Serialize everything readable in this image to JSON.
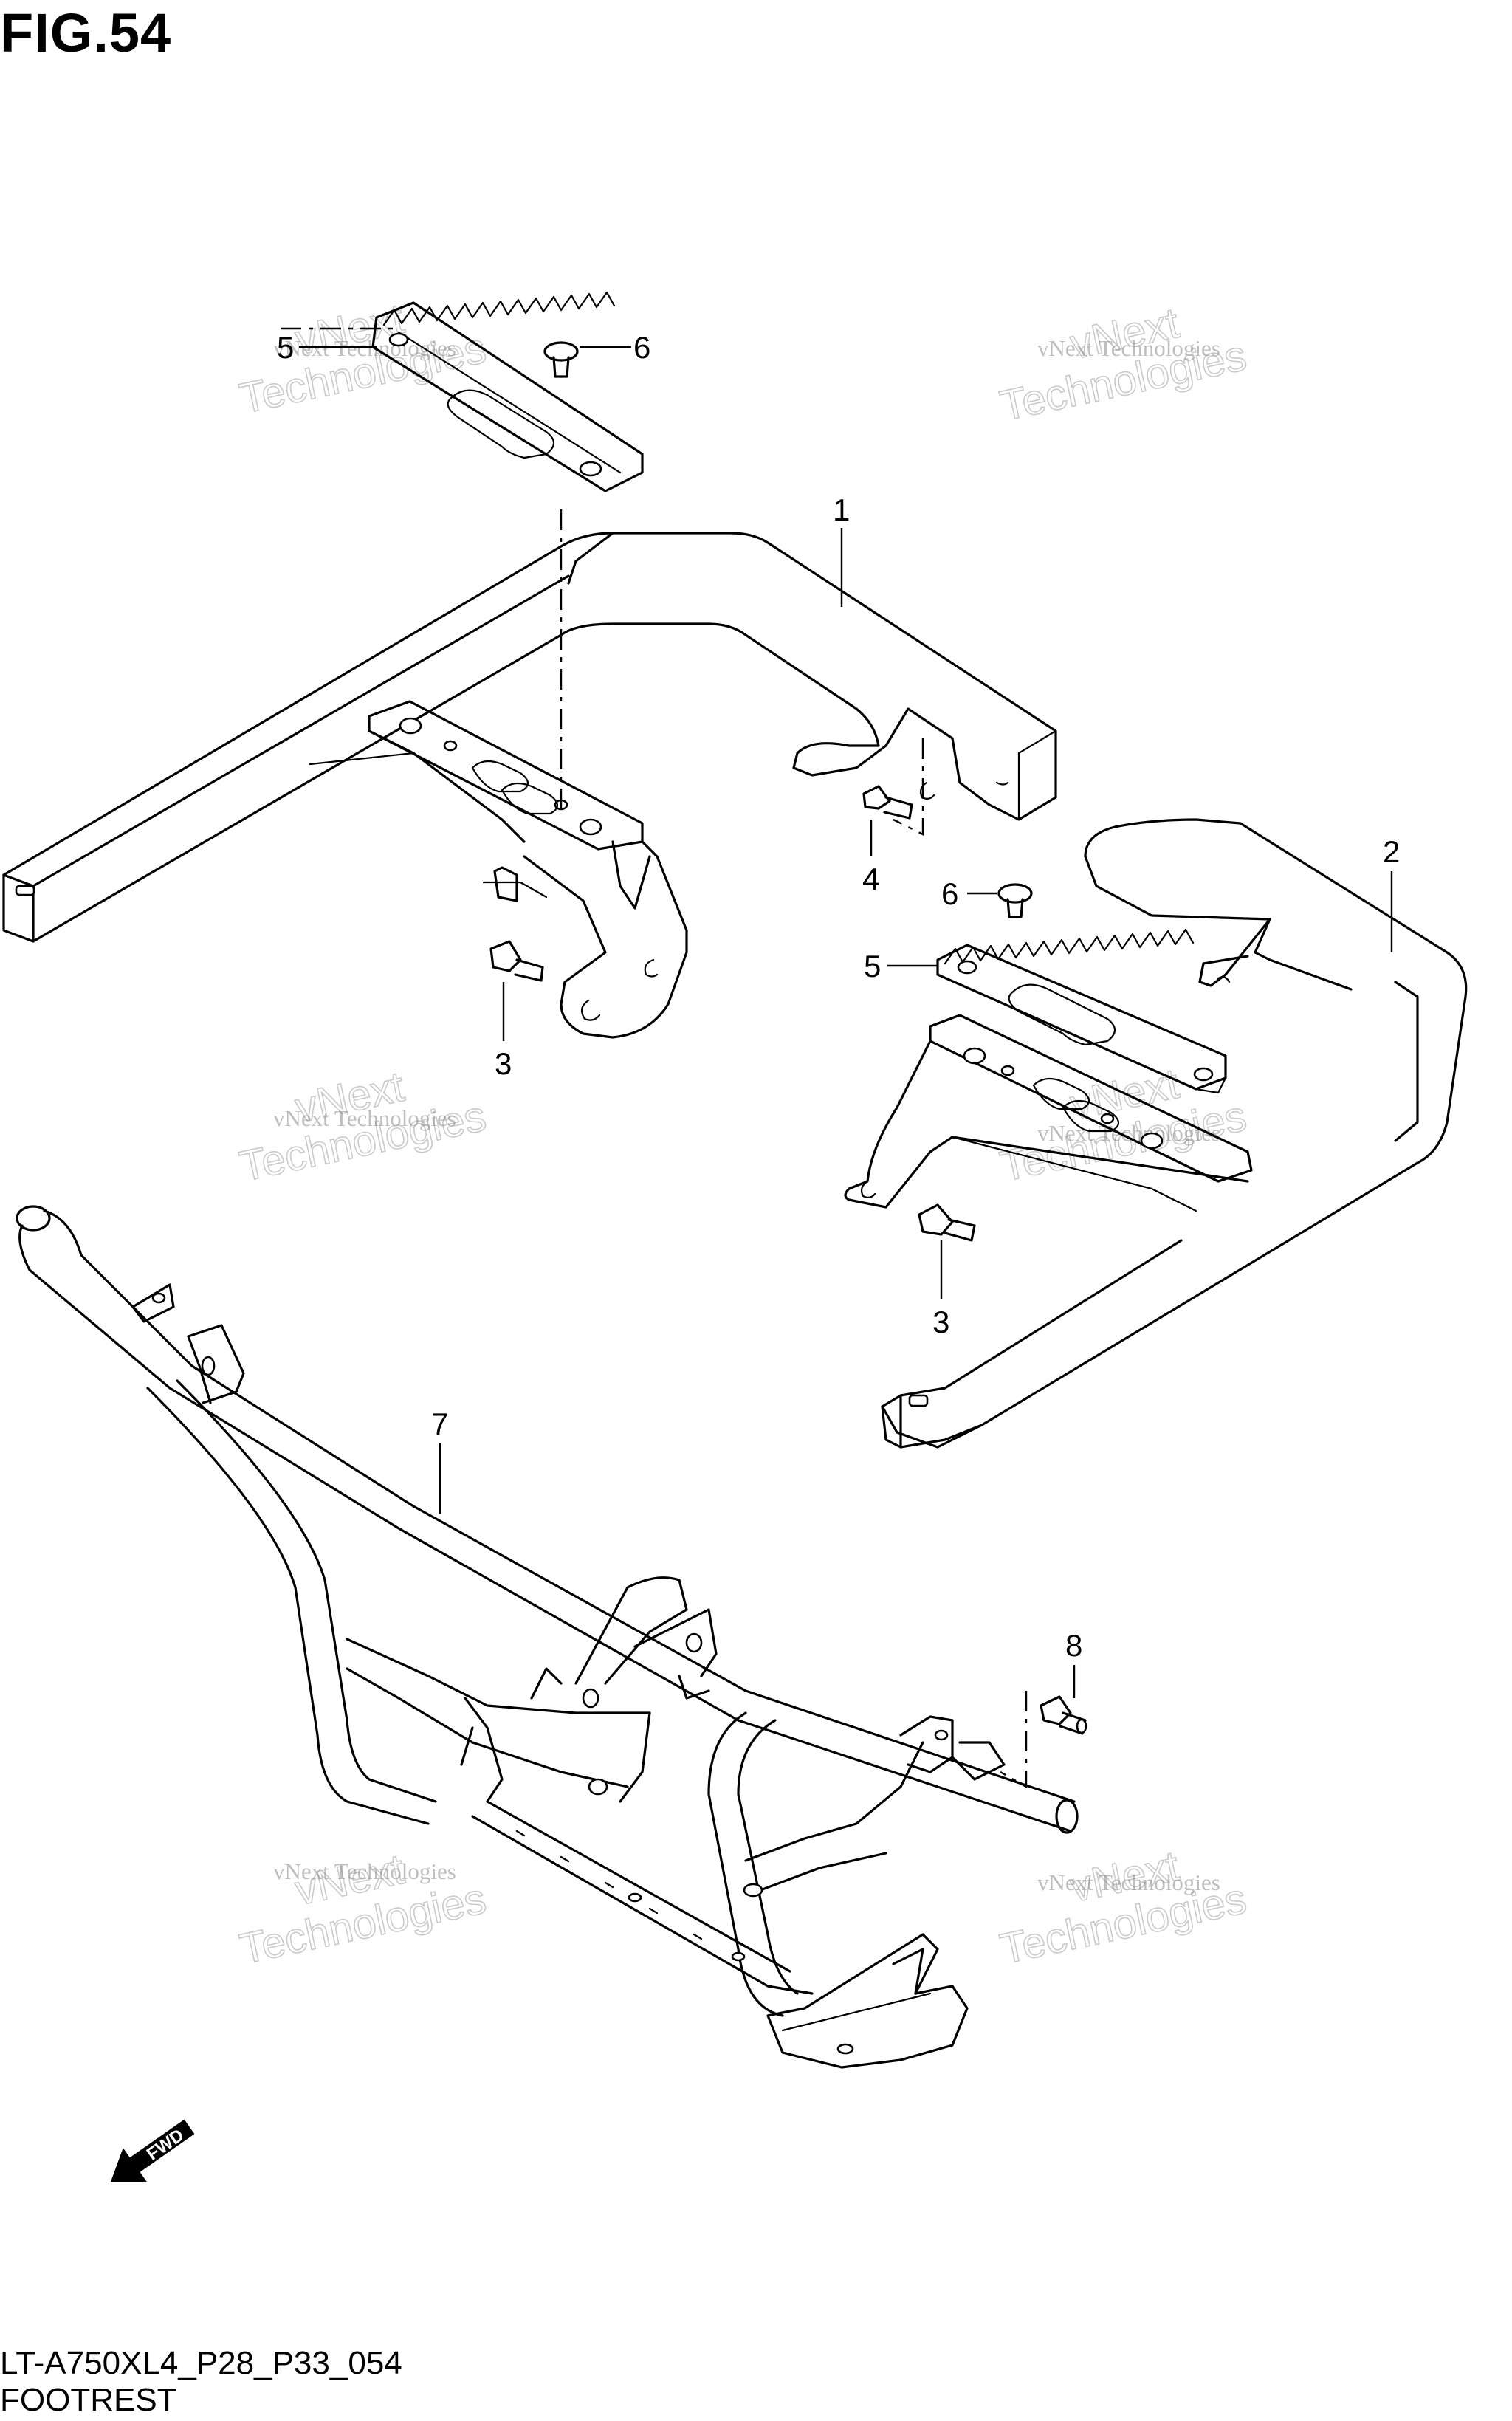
{
  "figure": {
    "title": "FIG.54"
  },
  "footer": {
    "model_code": "LT-A750XL4_P28_P33_054",
    "caption": "FOOTREST"
  },
  "callouts": [
    "1",
    "2",
    "3",
    "3",
    "4",
    "5",
    "5",
    "6",
    "6",
    "7",
    "8"
  ],
  "watermark": {
    "line1": "vNext Technologies",
    "line2": "Technologies",
    "line3": "vNext"
  },
  "fwd_badge": {
    "label": "FWD"
  }
}
